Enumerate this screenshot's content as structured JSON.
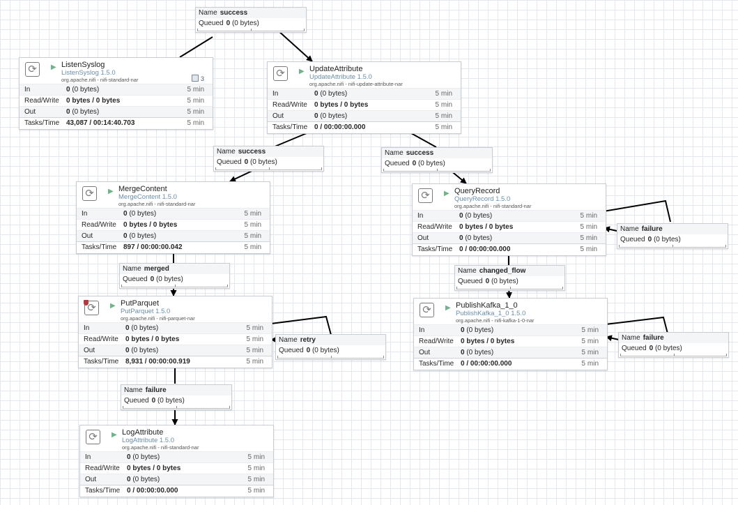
{
  "processors": [
    {
      "id": "listen-syslog",
      "name": "ListenSyslog",
      "version": "ListenSyslog 1.5.0",
      "bundle": "org.apache.nifi - nifi-standard-nar",
      "badge": "3",
      "stats": {
        "in_label": "In",
        "in": "0",
        "in_sub": "(0 bytes)",
        "rw_label": "Read/Write",
        "rw": "0 bytes / 0 bytes",
        "out_label": "Out",
        "out": "0",
        "out_sub": "(0 bytes)",
        "tasks_label": "Tasks/Time",
        "tasks": "43,087 / 00:14:40.703",
        "window": "5 min"
      }
    },
    {
      "id": "update-attribute",
      "name": "UpdateAttribute",
      "version": "UpdateAttribute 1.5.0",
      "bundle": "org.apache.nifi - nifi-update-attribute-nar",
      "stats": {
        "in_label": "In",
        "in": "0",
        "in_sub": "(0 bytes)",
        "rw_label": "Read/Write",
        "rw": "0 bytes / 0 bytes",
        "out_label": "Out",
        "out": "0",
        "out_sub": "(0 bytes)",
        "tasks_label": "Tasks/Time",
        "tasks": "0 / 00:00:00.000",
        "window": "5 min"
      }
    },
    {
      "id": "merge-content",
      "name": "MergeContent",
      "version": "MergeContent 1.5.0",
      "bundle": "org.apache.nifi - nifi-standard-nar",
      "stats": {
        "in_label": "In",
        "in": "0",
        "in_sub": "(0 bytes)",
        "rw_label": "Read/Write",
        "rw": "0 bytes / 0 bytes",
        "out_label": "Out",
        "out": "0",
        "out_sub": "(0 bytes)",
        "tasks_label": "Tasks/Time",
        "tasks": "897 / 00:00:00.042",
        "window": "5 min"
      }
    },
    {
      "id": "query-record",
      "name": "QueryRecord",
      "version": "QueryRecord 1.5.0",
      "bundle": "org.apache.nifi - nifi-standard-nar",
      "stats": {
        "in_label": "In",
        "in": "0",
        "in_sub": "(0 bytes)",
        "rw_label": "Read/Write",
        "rw": "0 bytes / 0 bytes",
        "out_label": "Out",
        "out": "0",
        "out_sub": "(0 bytes)",
        "tasks_label": "Tasks/Time",
        "tasks": "0 / 00:00:00.000",
        "window": "5 min"
      }
    },
    {
      "id": "put-parquet",
      "name": "PutParquet",
      "version": "PutParquet 1.5.0",
      "bundle": "org.apache.nifi - nifi-parquet-nar",
      "stats": {
        "in_label": "In",
        "in": "0",
        "in_sub": "(0 bytes)",
        "rw_label": "Read/Write",
        "rw": "0 bytes / 0 bytes",
        "out_label": "Out",
        "out": "0",
        "out_sub": "(0 bytes)",
        "tasks_label": "Tasks/Time",
        "tasks": "8,931 / 00:00:00.919",
        "window": "5 min"
      }
    },
    {
      "id": "publish-kafka",
      "name": "PublishKafka_1_0",
      "version": "PublishKafka_1_0 1.5.0",
      "bundle": "org.apache.nifi - nifi-kafka-1-0-nar",
      "stats": {
        "in_label": "In",
        "in": "0",
        "in_sub": "(0 bytes)",
        "rw_label": "Read/Write",
        "rw": "0 bytes / 0 bytes",
        "out_label": "Out",
        "out": "0",
        "out_sub": "(0 bytes)",
        "tasks_label": "Tasks/Time",
        "tasks": "0 / 00:00:00.000",
        "window": "5 min"
      }
    },
    {
      "id": "log-attribute",
      "name": "LogAttribute",
      "version": "LogAttribute 1.5.0",
      "bundle": "org.apache.nifi - nifi-standard-nar",
      "stats": {
        "in_label": "In",
        "in": "0",
        "in_sub": "(0 bytes)",
        "rw_label": "Read/Write",
        "rw": "0 bytes / 0 bytes",
        "out_label": "Out",
        "out": "0",
        "out_sub": "(0 bytes)",
        "tasks_label": "Tasks/Time",
        "tasks": "0 / 00:00:00.000",
        "window": "5 min"
      }
    }
  ],
  "connections": [
    {
      "id": "c1",
      "name_label": "Name",
      "name": "success",
      "queued_label": "Queued",
      "queued": "0",
      "queued_sub": "(0 bytes)"
    },
    {
      "id": "c2",
      "name_label": "Name",
      "name": "success",
      "queued_label": "Queued",
      "queued": "0",
      "queued_sub": "(0 bytes)"
    },
    {
      "id": "c3",
      "name_label": "Name",
      "name": "success",
      "queued_label": "Queued",
      "queued": "0",
      "queued_sub": "(0 bytes)"
    },
    {
      "id": "c4",
      "name_label": "Name",
      "name": "failure",
      "queued_label": "Queued",
      "queued": "0",
      "queued_sub": "(0 bytes)"
    },
    {
      "id": "c5",
      "name_label": "Name",
      "name": "merged",
      "queued_label": "Queued",
      "queued": "0",
      "queued_sub": "(0 bytes)"
    },
    {
      "id": "c6",
      "name_label": "Name",
      "name": "changed_flow",
      "queued_label": "Queued",
      "queued": "0",
      "queued_sub": "(0 bytes)"
    },
    {
      "id": "c7",
      "name_label": "Name",
      "name": "retry",
      "queued_label": "Queued",
      "queued": "0",
      "queued_sub": "(0 bytes)"
    },
    {
      "id": "c8",
      "name_label": "Name",
      "name": "failure",
      "queued_label": "Queued",
      "queued": "0",
      "queued_sub": "(0 bytes)"
    },
    {
      "id": "c9",
      "name_label": "Name",
      "name": "failure",
      "queued_label": "Queued",
      "queued": "0",
      "queued_sub": "(0 bytes)"
    }
  ],
  "icons": {
    "processor": "processor-icon",
    "running": "play-icon",
    "secure": "shield-icon",
    "threads": "thread-count-icon"
  },
  "colors": {
    "canvas": "#ffffff",
    "grid": "#e3e8ee",
    "running": "#6fb38a",
    "version": "#6a8ea8",
    "edge": "#000000",
    "shield": "#b33a3a"
  }
}
